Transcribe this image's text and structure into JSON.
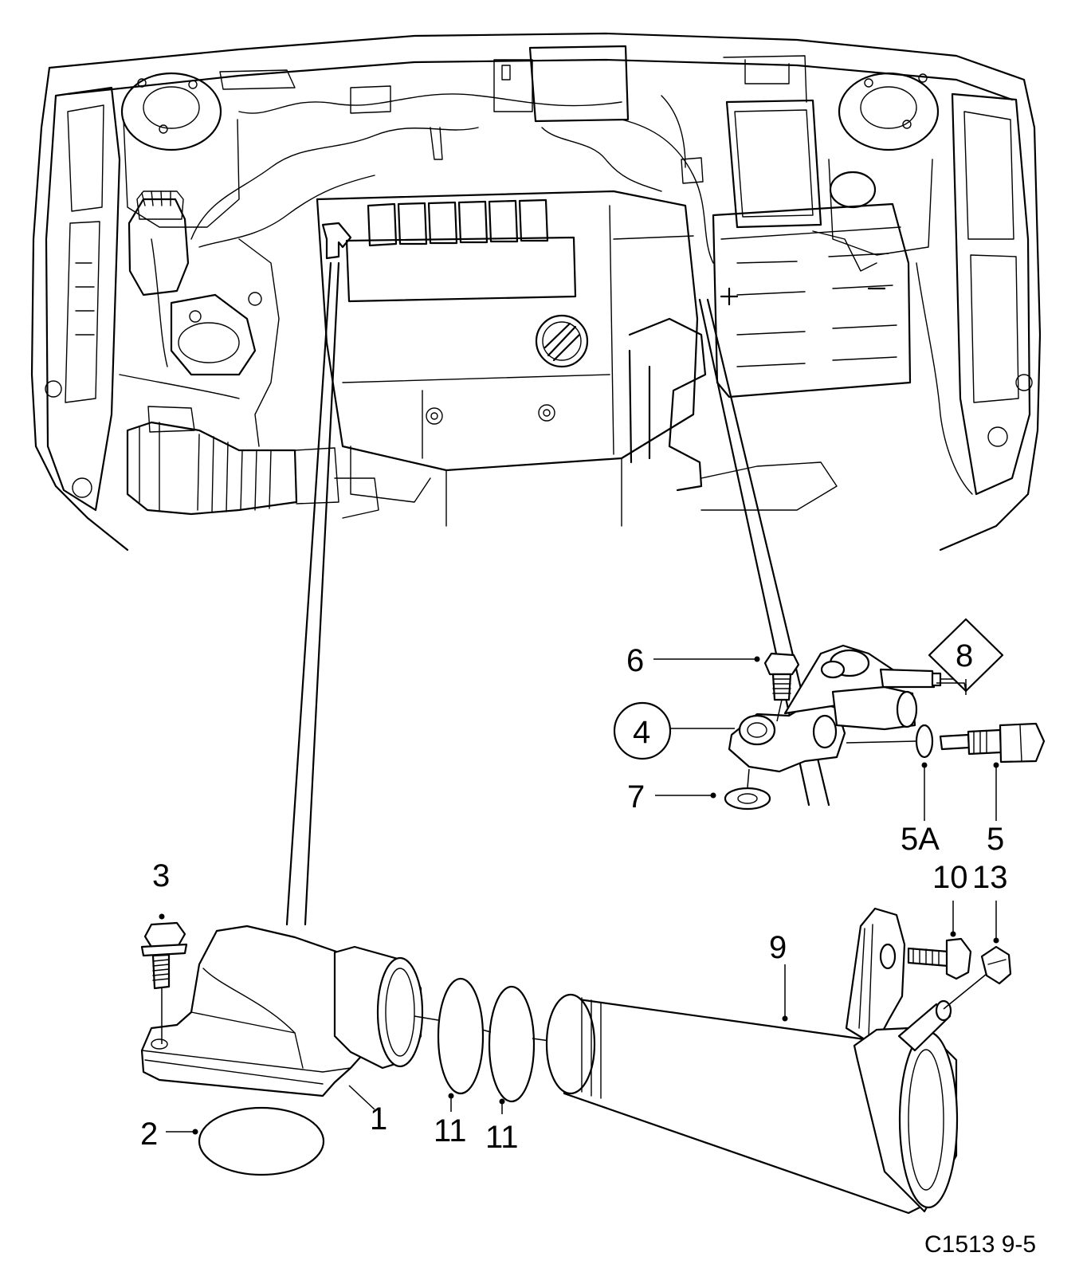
{
  "labels": {
    "part_1": "1",
    "part_2": "2",
    "part_3": "3",
    "part_4": "4",
    "part_5": "5",
    "part_5a": "5A",
    "part_6": "6",
    "part_7": "7",
    "part_8": "8",
    "part_9": "9",
    "part_10": "10",
    "part_11a": "11",
    "part_11b": "11",
    "part_13": "13"
  },
  "figure_code": "C1513 9-5"
}
